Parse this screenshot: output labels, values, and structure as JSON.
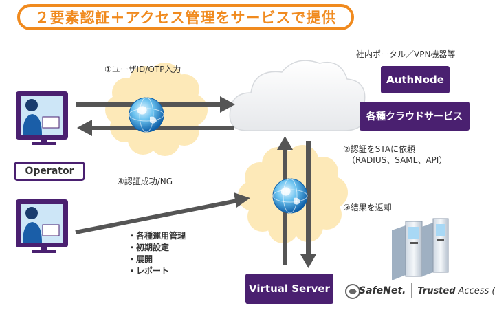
{
  "title": "２要素認証＋アクセス管理をサービスで提供",
  "cloud_label": "社内ポータル／VPN機器等",
  "services": {
    "authnode": "AuthNode",
    "cloud_services": "各種クラウドサービス"
  },
  "operator_label": "Operator",
  "virtual_server": "Virtual Server",
  "steps": {
    "step1": "①ユーザID/OTP入力",
    "step2_line1": "②認証をSTAに依頼",
    "step2_line2": "（RADIUS、SAML、API）",
    "step3": "③結果を返却",
    "step4": "④認証成功/NG"
  },
  "admin_tasks": [
    "各種運用管理",
    "初期設定",
    "展開",
    "レポート"
  ],
  "brand": {
    "safenet": "SafeNet.",
    "trusted": "Trusted",
    "access": "Access (STA)"
  },
  "colors": {
    "accent_orange": "#f08a1e",
    "purple": "#4a2070",
    "arrow_gray": "#555555",
    "cloud_yellow": "#fde9b8"
  }
}
